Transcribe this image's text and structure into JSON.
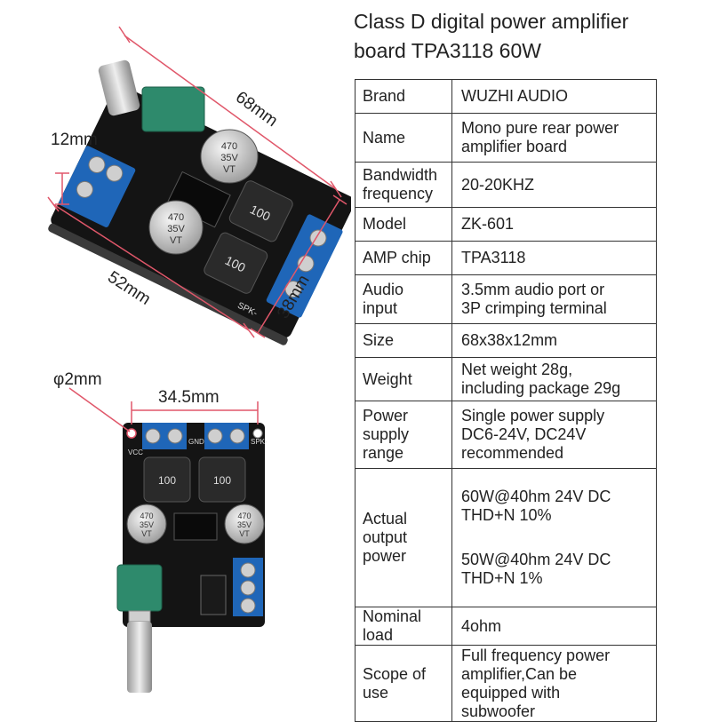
{
  "title": "Class D digital power amplifier\nboard  TPA3118 60W",
  "specs": [
    {
      "label": "Brand",
      "value": "WUZHI AUDIO"
    },
    {
      "label": "Name",
      "value": "Mono pure rear power\namplifier board"
    },
    {
      "label": "Bandwidth\nfrequency",
      "value": "20-20KHZ"
    },
    {
      "label": "Model",
      "value": "ZK-601"
    },
    {
      "label": "AMP chip",
      "value": "TPA3118"
    },
    {
      "label": "Audio\ninput",
      "value": "3.5mm audio port or\n3P crimping terminal"
    },
    {
      "label": "Size",
      "value": "68x38x12mm"
    },
    {
      "label": "Weight",
      "value": "Net weight 28g,\nincluding package 29g"
    },
    {
      "label": "Power\nsupply\nrange",
      "value": "Single power supply\nDC6-24V, DC24V\nrecommended"
    },
    {
      "label": "Actual\noutput\npower",
      "value": "60W@40hm 24V DC\nTHD+N  10%",
      "value2": "50W@40hm 24V DC\nTHD+N  1%"
    },
    {
      "label": "Nominal\nload",
      "value": "4ohm"
    },
    {
      "label": "Scope of\nuse",
      "value": "Full frequency power\namplifier,Can be\nequipped with\nsubwoofer"
    }
  ],
  "dimensions": {
    "length": "68mm",
    "height": "12mm",
    "width": "52mm",
    "depth": "38mm",
    "hole": "φ2mm",
    "spacing": "34.5mm"
  },
  "board_marks": {
    "cap_value": "470",
    "cap_voltage": "35V",
    "cap_series": "VT",
    "inductor_code": "100",
    "spk_label": "SPK-",
    "gnd_label": "GND",
    "vcc_label": "VCC"
  },
  "colors": {
    "pcb": "#141414",
    "terminal": "#1f66b8",
    "potentiometer": "#2e8a6c",
    "dimension_line": "#e0576a"
  }
}
